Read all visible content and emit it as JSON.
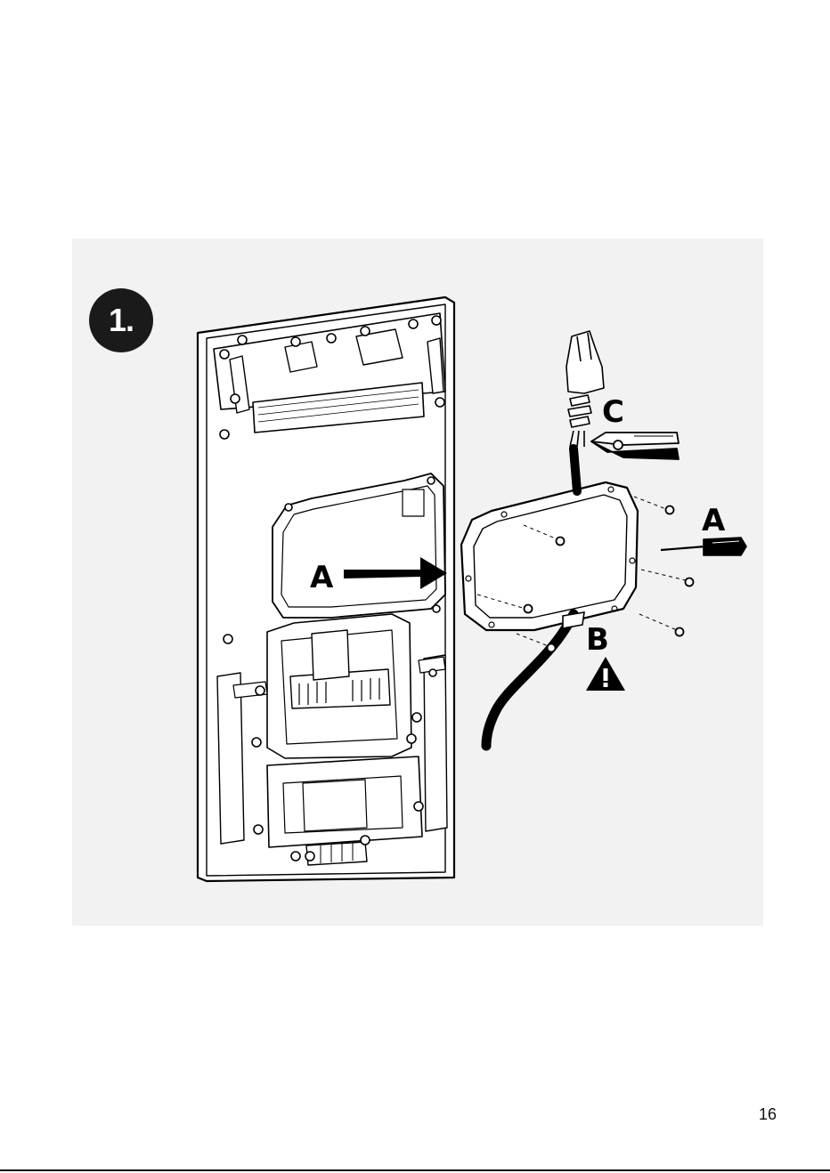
{
  "step": {
    "number": "1."
  },
  "callouts": {
    "a_left": "A",
    "a_right": "A",
    "b": "B",
    "c": "C"
  },
  "page": {
    "number": "16"
  },
  "colors": {
    "panel": "#f2f2f2",
    "ink": "#000000",
    "badge": "#1a1a1a"
  }
}
